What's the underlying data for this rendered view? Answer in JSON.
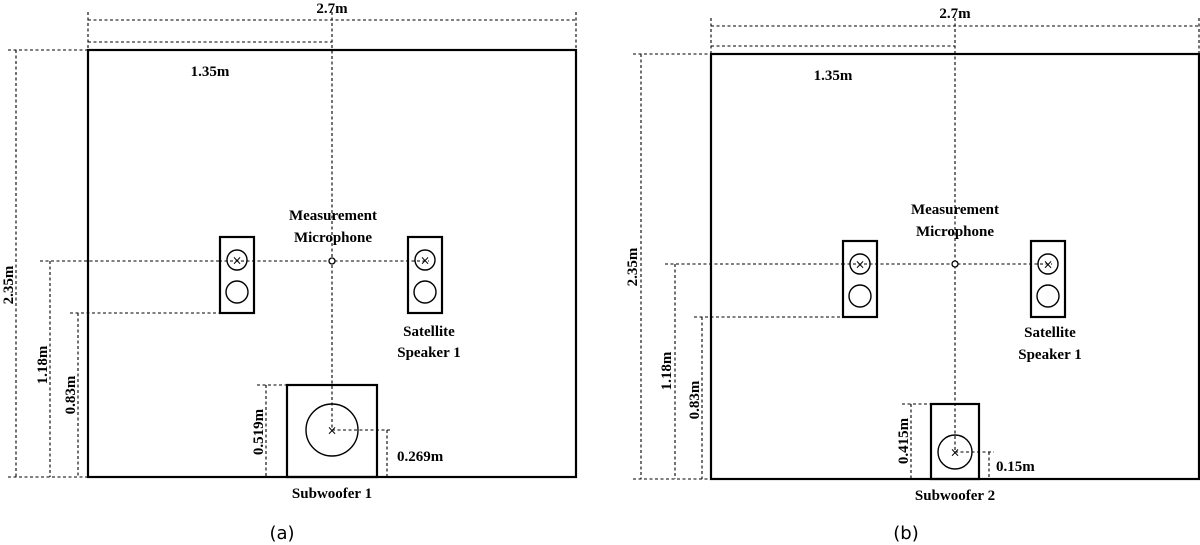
{
  "panels": [
    {
      "id": "a",
      "caption": "(a)",
      "room_width": "2.7m",
      "half_width": "1.35m",
      "room_depth": "2.35m",
      "listener_height": "1.18m",
      "speaker_bottom": "0.83m",
      "microphone_label": [
        "Measurement",
        "Microphone"
      ],
      "satellite_label": [
        "Satellite",
        "Speaker 1"
      ],
      "subwoofer_depth": "0.519m",
      "subwoofer_offset": "0.269m",
      "subwoofer_label": "Subwoofer 1"
    },
    {
      "id": "b",
      "caption": "(b)",
      "room_width": "2.7m",
      "half_width": "1.35m",
      "room_depth": "2.35m",
      "listener_height": "1.18m",
      "speaker_bottom": "0.83m",
      "microphone_label": [
        "Measurement",
        "Microphone"
      ],
      "satellite_label": [
        "Satellite",
        "Speaker 1"
      ],
      "subwoofer_depth": "0.415m",
      "subwoofer_offset": "0.15m",
      "subwoofer_label": "Subwoofer 2"
    }
  ]
}
